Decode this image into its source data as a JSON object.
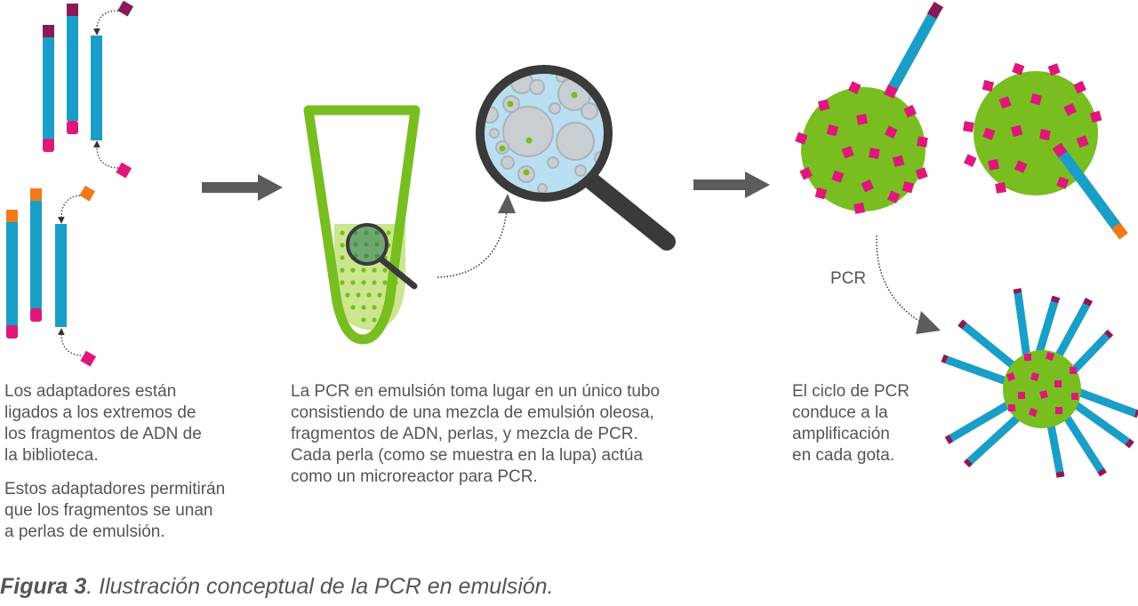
{
  "texts": {
    "library_line1": "Los adaptadores están\nligados a los extremos de\nlos fragmentos de ADN de\nla biblioteca.",
    "library_line2": "Estos adaptadores permitirán\nque los fragmentos se unan\na perlas de emulsión.",
    "tube_description": "La PCR en emulsión toma lugar en un único tubo\nconsistiendo de una mezcla de emulsión oleosa,\nfragmentos de ADN, perlas, y mezcla de PCR.\nCada perla (como se muestra en la lupa) actúa\ncomo un microreactor para PCR.",
    "cycle_description": "El ciclo de PCR\nconduce a la\namplificación\nen cada gota.",
    "pcr_label": "PCR"
  },
  "caption": {
    "bold": "Figura 3",
    "rest": ". Ilustración conceptual de la PCR en emulsión."
  },
  "colors": {
    "dna": "#1a9ec8",
    "adapter_a": "#8a1a56",
    "adapter_b": "#e0177a",
    "adapter_c": "#f07a1a",
    "bead": "#78be21",
    "bead_light": "#cbe68f",
    "arrow": "#5c5c5c",
    "lens_glass": "#b9dff0",
    "lens_frame": "#3a3a3a",
    "bubble": "#a9b4bb"
  }
}
